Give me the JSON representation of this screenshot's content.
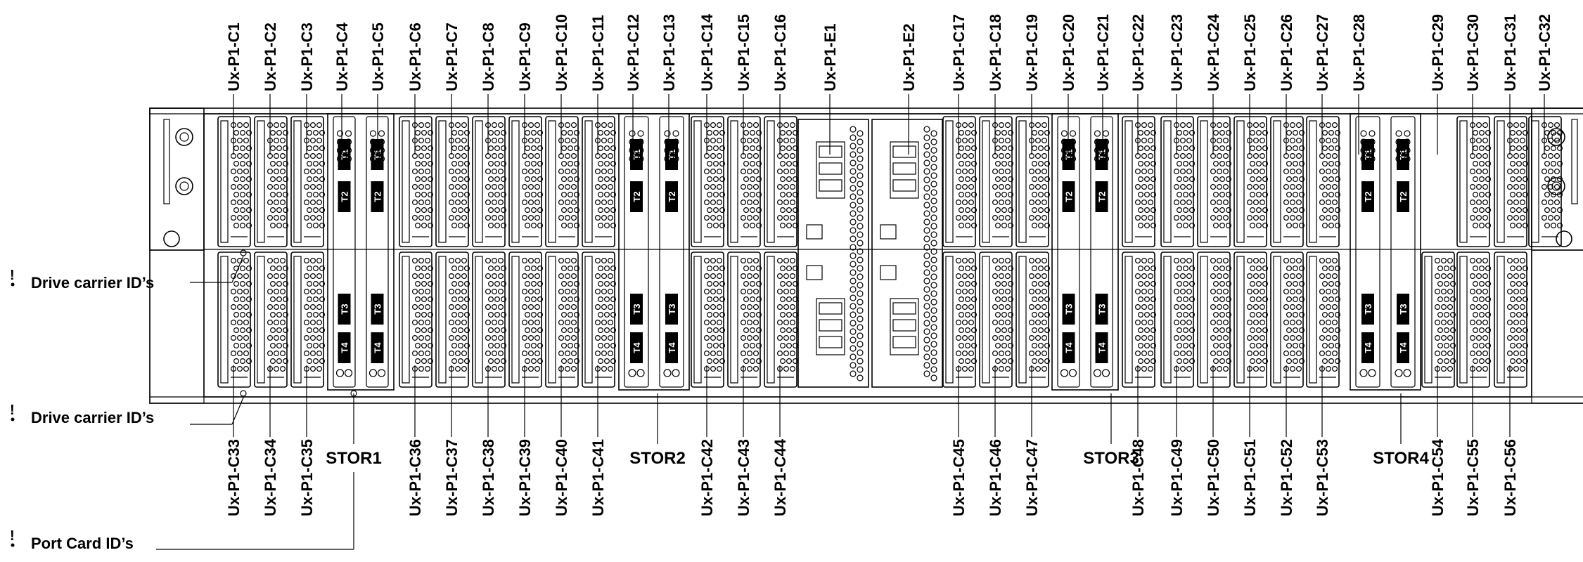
{
  "top_labels": [
    "Ux-P1-C1",
    "Ux-P1-C2",
    "Ux-P1-C3",
    "Ux-P1-C4",
    "Ux-P1-C5",
    "Ux-P1-C6",
    "Ux-P1-C7",
    "Ux-P1-C8",
    "Ux-P1-C9",
    "Ux-P1-C10",
    "Ux-P1-C11",
    "Ux-P1-C12",
    "Ux-P1-C13",
    "Ux-P1-C14",
    "Ux-P1-C15",
    "Ux-P1-C16",
    "Ux-P1-E1",
    "Ux-P1-E2",
    "Ux-P1-C17",
    "Ux-P1-C18",
    "Ux-P1-C19",
    "Ux-P1-C20",
    "Ux-P1-C21",
    "Ux-P1-C22",
    "Ux-P1-C23",
    "Ux-P1-C24",
    "Ux-P1-C25",
    "Ux-P1-C26",
    "Ux-P1-C27",
    "Ux-P1-C28",
    "Ux-P1-C29",
    "Ux-P1-C30",
    "Ux-P1-C31",
    "Ux-P1-C32"
  ],
  "bottom_labels": [
    "Ux-P1-C33",
    "Ux-P1-C34",
    "Ux-P1-C35",
    "STOR1",
    "Ux-P1-C36",
    "Ux-P1-C37",
    "Ux-P1-C38",
    "Ux-P1-C39",
    "Ux-P1-C40",
    "Ux-P1-C41",
    "STOR2",
    "Ux-P1-C42",
    "Ux-P1-C43",
    "Ux-P1-C44",
    "Ux-P1-C45",
    "Ux-P1-C46",
    "Ux-P1-C47",
    "STOR3",
    "Ux-P1-C48",
    "Ux-P1-C49",
    "Ux-P1-C50",
    "Ux-P1-C51",
    "Ux-P1-C52",
    "Ux-P1-C53",
    "STOR4",
    "Ux-P1-C54",
    "Ux-P1-C55",
    "Ux-P1-C56"
  ],
  "port_card_tabs": [
    "T1",
    "T2",
    "T3",
    "T4"
  ],
  "callouts": {
    "drive_carrier_upper": "Drive carrier ID’s",
    "drive_carrier_lower": "Drive carrier ID’s",
    "port_card": "Port Card ID’s",
    "marker": "!"
  }
}
